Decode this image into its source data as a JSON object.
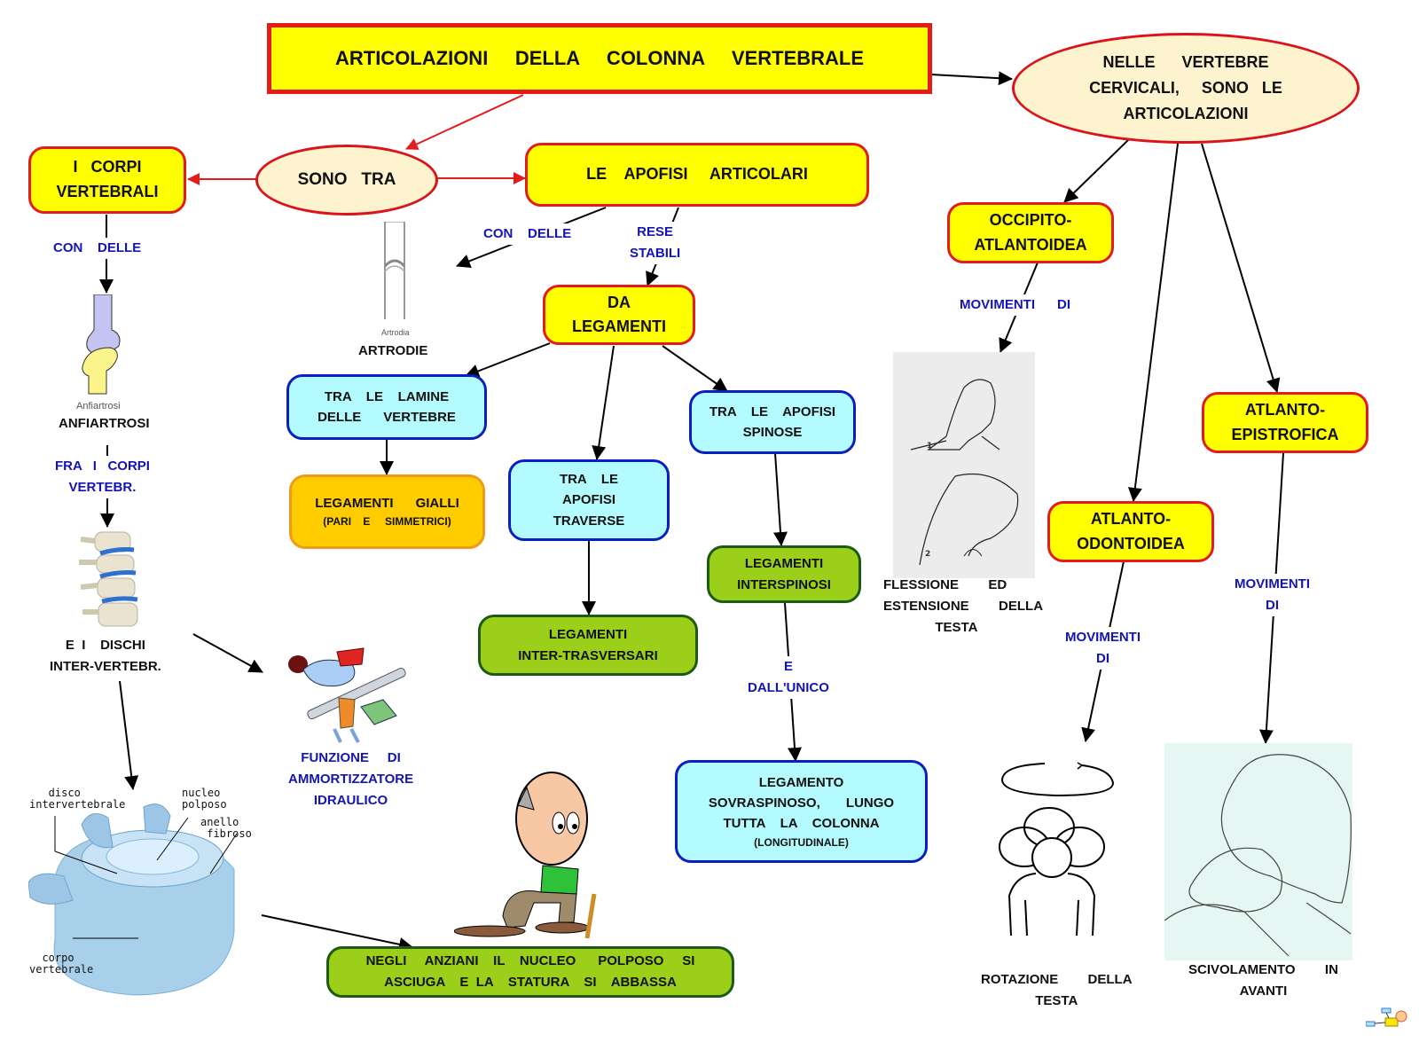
{
  "title": "ARTICOLAZIONI     DELLA     COLONNA     VERTEBRALE",
  "nodes": {
    "sono_tra": "SONO   TRA",
    "corpi_vertebrali": [
      "I   CORPI",
      "VERTEBRALI"
    ],
    "apofisi_articolari": "LE    APOFISI     ARTICOLARI",
    "cervicali": [
      "NELLE      VERTEBRE",
      "CERVICALI,     SONO   LE",
      "ARTICOLAZIONI"
    ],
    "occipito": [
      "OCCIPITO-",
      "ATLANTOIDEA"
    ],
    "da_legamenti": [
      "DA",
      "LEGAMENTI"
    ],
    "lamine": [
      "TRA    LE    LAMINE",
      "DELLE      VERTEBRE"
    ],
    "gialli": [
      "LEGAMENTI      GIALLI",
      "(PARI    E     SIMMETRICI)"
    ],
    "traverse": [
      "TRA    LE",
      "APOFISI",
      "TRAVERSE"
    ],
    "inter_trasversari": [
      "LEGAMENTI",
      "INTER-TRASVERSARI"
    ],
    "spinose": [
      "TRA    LE    APOFISI",
      "SPINOSE"
    ],
    "interspinosi": [
      "LEGAMENTI",
      "INTERSPINOSI"
    ],
    "sovraspinoso": [
      "LEGAMENTO",
      "SOVRASPINOSO,       LUNGO",
      "TUTTA    LA    COLONNA",
      "(LONGITUDINALE)"
    ],
    "anziani": [
      "NEGLI     ANZIANI    IL    NUCLEO      POLPOSO     SI",
      "ASCIUGA    E  LA    STATURA    SI    ABBASSA"
    ],
    "atlanto_odontoidea": [
      "ATLANTO-",
      "ODONTOIDEA"
    ],
    "atlanto_epistrofica": [
      "ATLANTO-",
      "EPISTROFICA"
    ]
  },
  "link_labels": {
    "con_delle_left": "CON    DELLE",
    "con_delle_mid": "CON    DELLE",
    "rese_stabili": "RESE\nSTABILI",
    "fra_corpi": "FRA   I   CORPI\nVERTEBR.",
    "movimenti_occipito": "MOVIMENTI      DI",
    "e_dallunico": "E\nDALL'UNICO",
    "movimenti_odontoidea": "MOVIMENTI\nDI",
    "movimenti_epistrofica": "MOVIMENTI\nDI"
  },
  "captions": {
    "anfiartrosi_small": "Anfiartrosi",
    "anfiartrosi": "ANFIARTROSI",
    "artrodia_small": "Artrodia",
    "artrodie": "ARTRODIE",
    "dischi": "E  I    DISCHI\nINTER-VERTEBR.",
    "funzione": "FUNZIONE     DI\nAMMORTIZZATORE\nIDRAULICO",
    "flessione": "FLESSIONE        ED\nESTENSIONE        DELLA\n              TESTA",
    "rotazione": "ROTAZIONE        DELLA\nTESTA",
    "scivolamento": "SCIVOLAMENTO        IN\nAVANTI"
  },
  "disc_labels": {
    "disco": "   disco\nintervertebrale",
    "nucleo": "nucleo\npolposo",
    "anello": "anello\n fibroso",
    "corpo": "  corpo\nvertebrale"
  },
  "colors": {
    "title_fill": "#ffff00",
    "title_border": "#e31b1b",
    "link_label": "#1414b4",
    "cyan_fill": "#b3fbff",
    "green_fill": "#9ccf1a",
    "orange_fill": "#ffcc00",
    "ellipse_fill": "#fdf3cf"
  }
}
